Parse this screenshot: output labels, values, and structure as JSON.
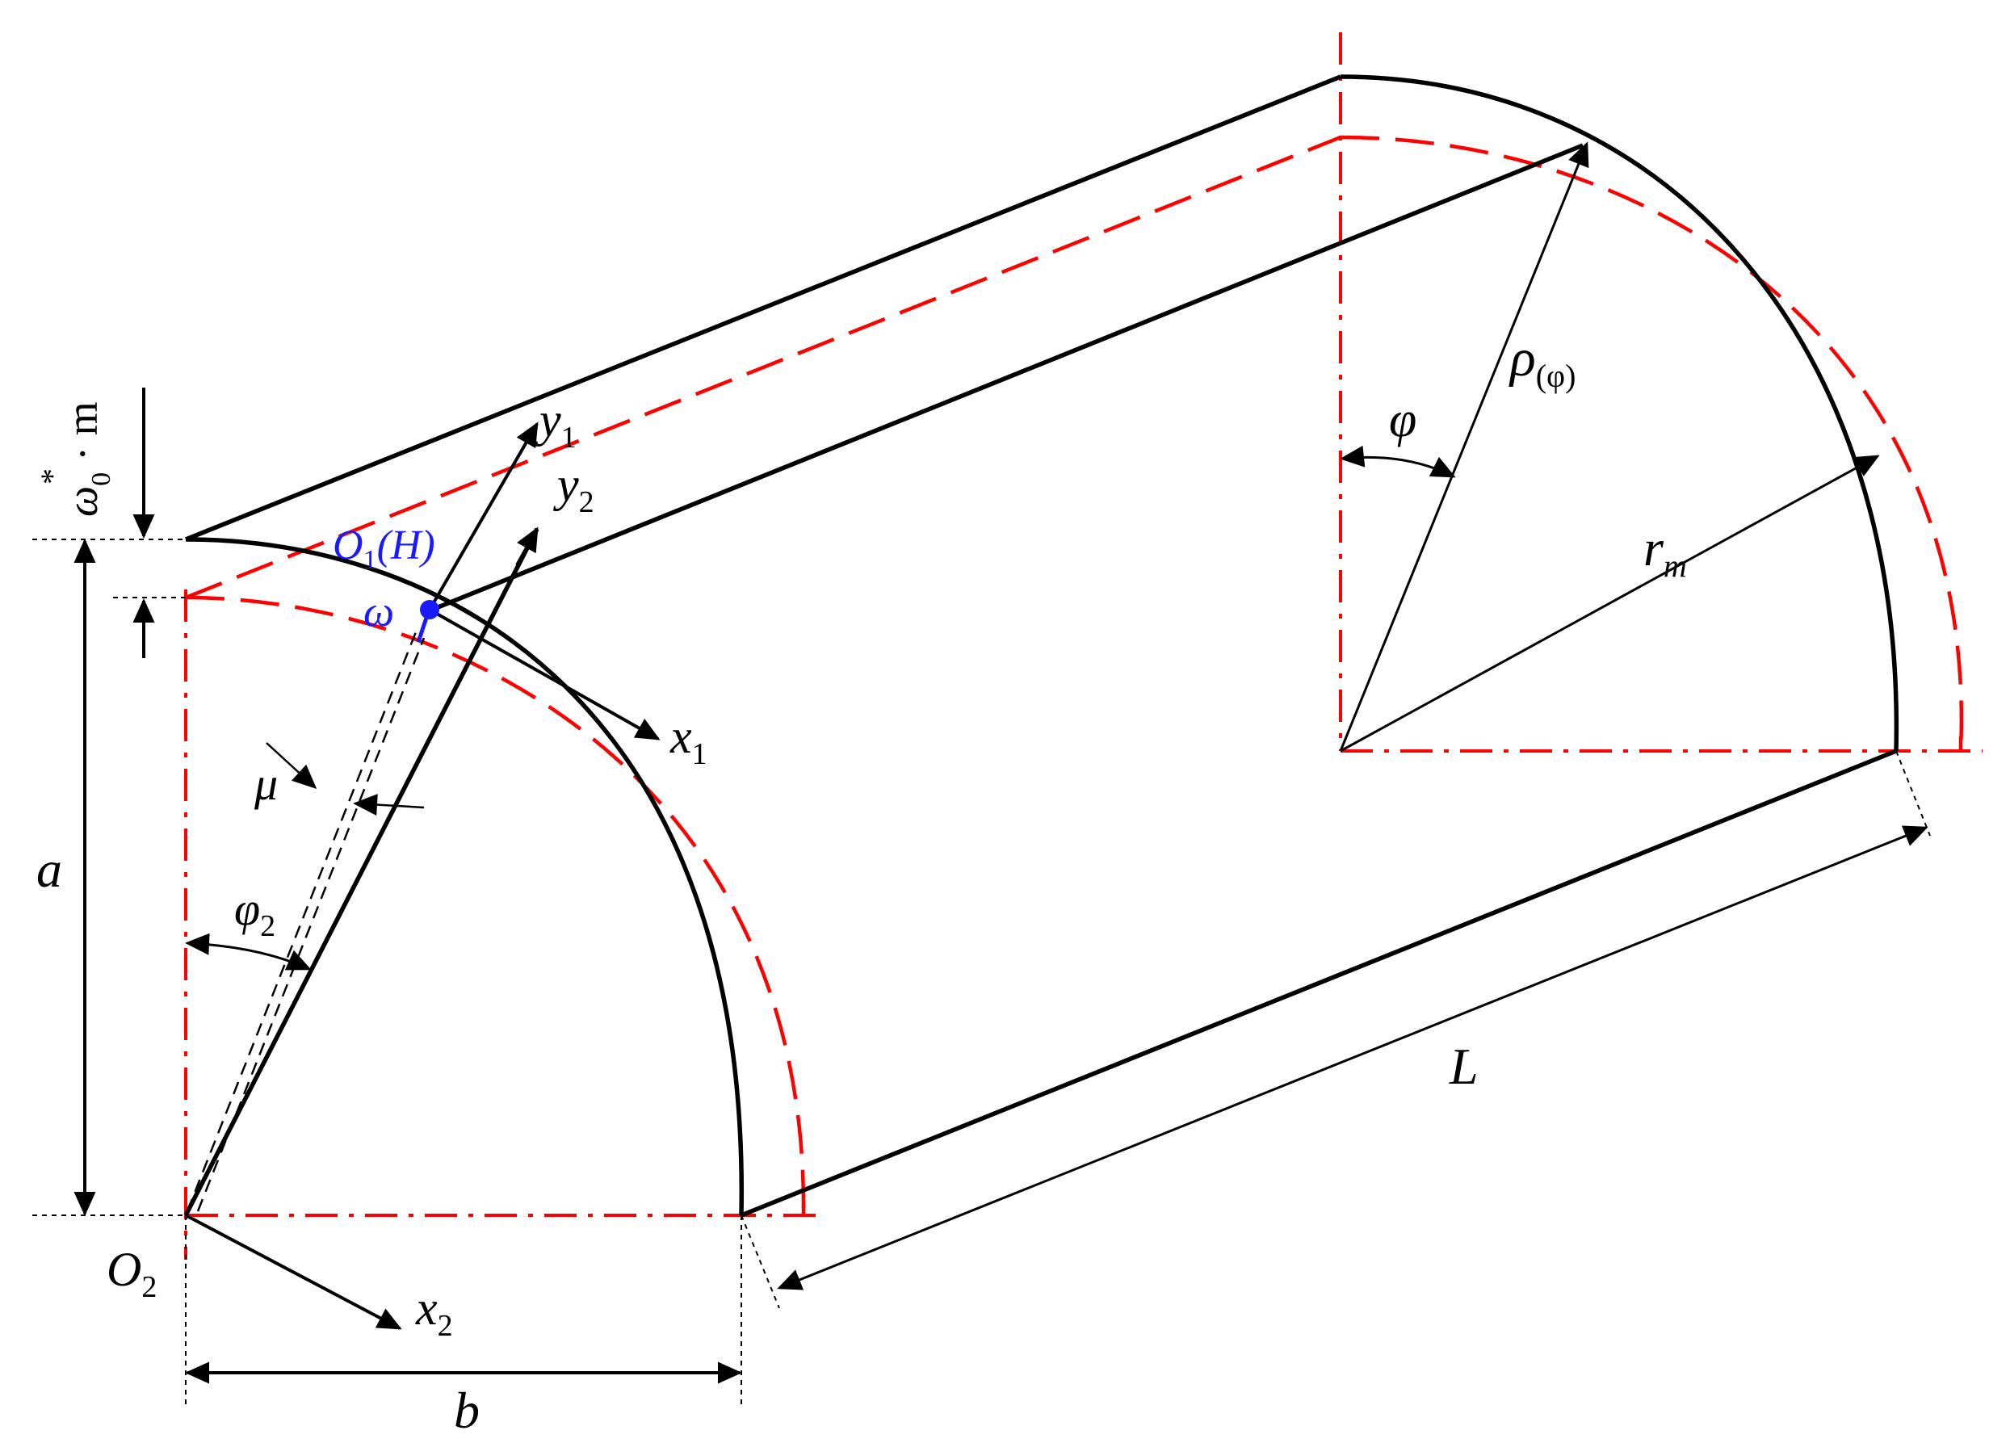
{
  "colors": {
    "outline": "#000000",
    "axis_red": "#ff0000",
    "highlight_blue": "#1a1aff"
  },
  "labels": {
    "omega_star": "ω",
    "star": "*",
    "omega_sub": "0",
    "dot_m": "· m",
    "a": "a",
    "b": "b",
    "L": "L",
    "O2": "O",
    "O2_sub": "2",
    "x1": "x",
    "x1_sub": "1",
    "x2": "x",
    "x2_sub": "2",
    "y1": "y",
    "y1_sub": "1",
    "y2": "y",
    "y2_sub": "2",
    "O1H": "O",
    "O1H_sub": "1",
    "O1H_tail": "(H)",
    "omega": "ω",
    "mu": "μ",
    "phi2": "φ",
    "phi2_sub": "2",
    "phi": "φ",
    "rho": "ρ",
    "rho_sub": "(φ)",
    "rm": "r",
    "rm_sub": "m"
  }
}
